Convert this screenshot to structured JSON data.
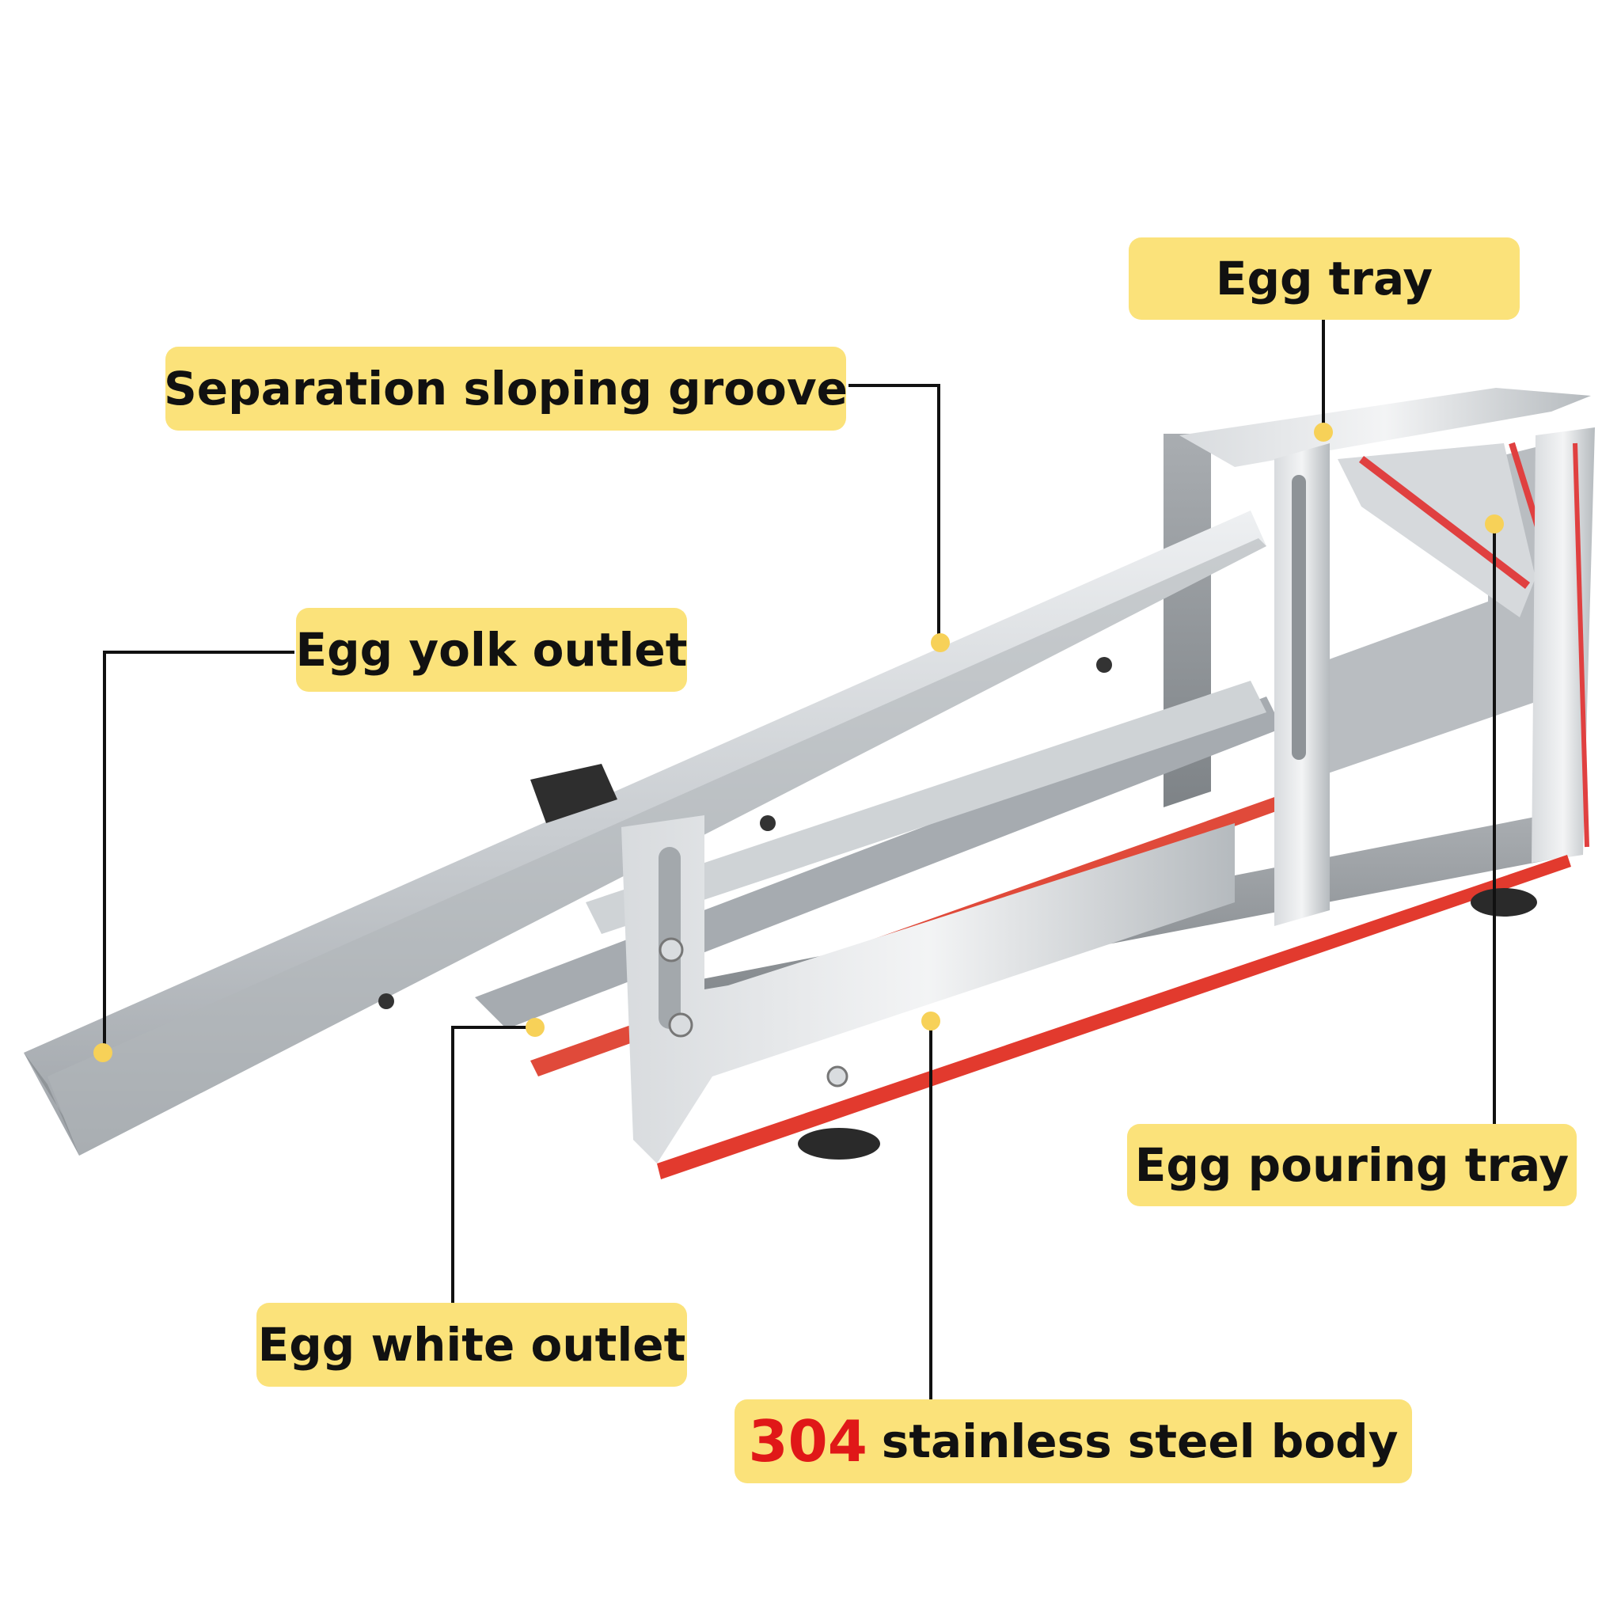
{
  "labels": {
    "egg_tray": "Egg tray",
    "separation_groove": "Separation sloping groove",
    "yolk_outlet": "Egg yolk outlet",
    "pouring_tray": "Egg pouring tray",
    "white_outlet": "Egg white outlet",
    "body_material_number": "304",
    "body_material_text": "stainless steel body"
  },
  "colors": {
    "label_background": "#fbe27a",
    "marker_dot": "#f7d158",
    "accent_red": "#e01818",
    "steel": "#c4c8cc",
    "rubber_feet": "#2a2a2a"
  }
}
